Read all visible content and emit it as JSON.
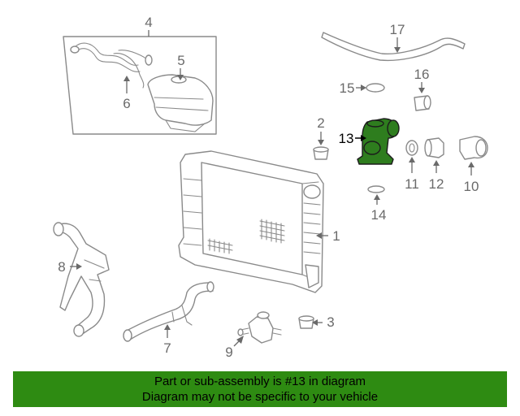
{
  "callouts": {
    "c1": "1",
    "c2": "2",
    "c3": "3",
    "c4": "4",
    "c5": "5",
    "c6": "6",
    "c7": "7",
    "c8": "8",
    "c9": "9",
    "c10": "10",
    "c11": "11",
    "c12": "12",
    "c13": "13",
    "c14": "14",
    "c15": "15",
    "c16": "16",
    "c17": "17"
  },
  "highlight": {
    "part_number": "13",
    "color": "#2e7d1e"
  },
  "banner": {
    "line1": "Part or sub-assembly is #13 in diagram",
    "line2": "Diagram may not be specific to your vehicle",
    "background": "#2e8b12"
  }
}
